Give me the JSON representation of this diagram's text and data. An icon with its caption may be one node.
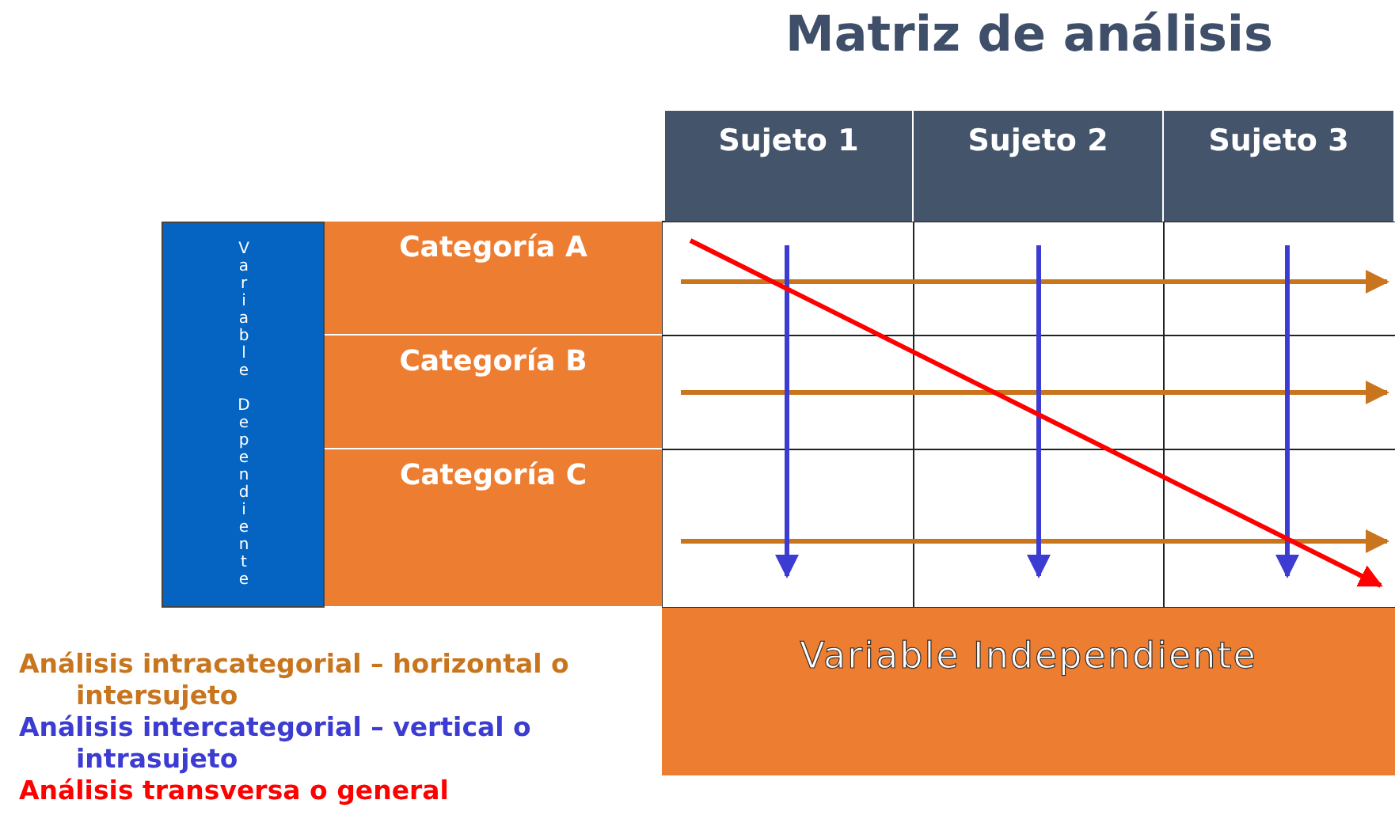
{
  "diagram": {
    "title": "Matriz de análisis",
    "nodes": [
      {
        "text": [
          "Sujeto 1"
        ]
      },
      {
        "text": [
          "Sujeto 2"
        ]
      },
      {
        "text": [
          "Sujeto 3"
        ]
      },
      {
        "text": [
          "Variable Dependiente"
        ]
      },
      {
        "text": [
          "Categoría A"
        ]
      },
      {
        "text": [
          "Categoría B"
        ]
      },
      {
        "text": [
          "Categoría C"
        ]
      },
      {
        "text": [
          "Variable Independiente"
        ]
      }
    ],
    "edges": [],
    "legend": [
      {
        "text": "Análisis intracategorial – horizontal o intersujeto",
        "color": "#c8751e"
      },
      {
        "text": "Análisis intercategorial – vertical o intrasujeto",
        "color": "#3c3cd2"
      },
      {
        "text": "Análisis transversa o general",
        "color": "#ff0000"
      }
    ]
  }
}
